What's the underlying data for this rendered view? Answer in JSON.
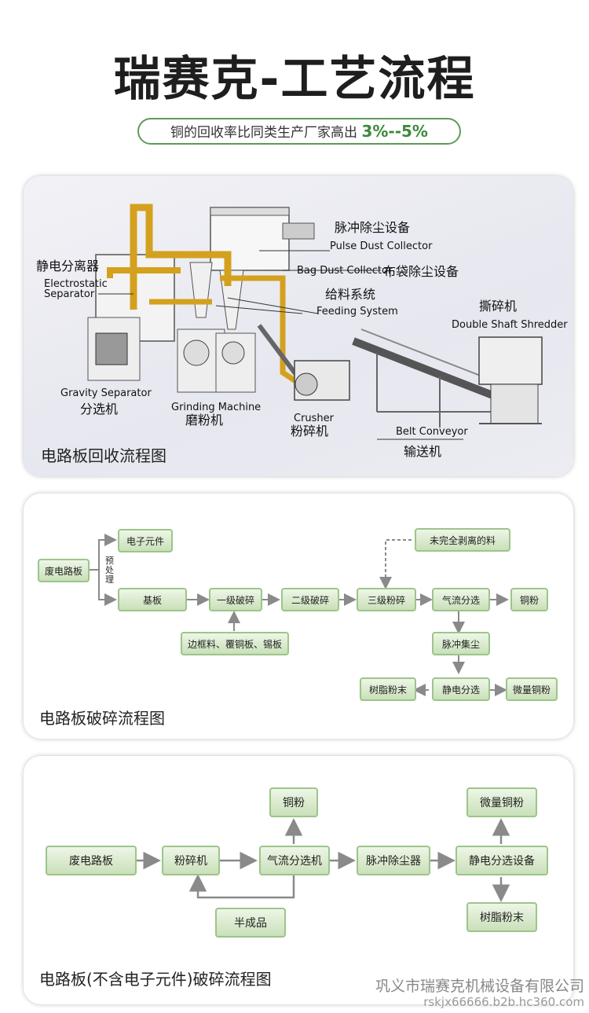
{
  "header": {
    "title": "瑞赛克-工艺流程",
    "subtitle_text": "铜的回收率比同类生产厂家高出",
    "subtitle_highlight": "3%--5%"
  },
  "illustration": {
    "caption": "电路板回收流程图",
    "labels": {
      "pulse_cn": "脉冲除尘设备",
      "pulse_en": "Pulse Dust Collector",
      "bag_en": "Bag Dust Collector",
      "bag_cn": "布袋除尘设备",
      "electro_cn": "静电分离器",
      "electro_en1": "Electrostatic",
      "electro_en2": "Separator",
      "feeding_cn": "给料系统",
      "feeding_en": "Feeding System",
      "shredder_cn": "撕碎机",
      "shredder_en": "Double Shaft Shredder",
      "gravity_en": "Gravity Separator",
      "gravity_cn": "分选机",
      "grinding_en": "Grinding Machine",
      "grinding_cn": "磨粉机",
      "crusher_en": "Crusher",
      "crusher_cn": "粉碎机",
      "belt_en": "Belt Conveyor",
      "belt_cn": "输送机"
    }
  },
  "flow1": {
    "caption": "电路板破碎流程图",
    "pretreat_label": "预处理",
    "nodes": {
      "waste_board": "废电路板",
      "components": "电子元件",
      "substrate": "基板",
      "primary": "一级破碎",
      "secondary": "二级破碎",
      "tertiary": "三级粉碎",
      "unstripped": "未完全剥离的料",
      "airflow": "气流分选",
      "copper_powder": "铜粉",
      "edge_scrap": "边框料、覆铜板、锡板",
      "pulse_dust": "脉冲集尘",
      "electrostatic": "静电分选",
      "resin": "树脂粉末",
      "micro_copper": "微量铜粉"
    }
  },
  "flow2": {
    "caption": "电路板(不含电子元件)破碎流程图",
    "nodes": {
      "waste_board": "废电路板",
      "crusher": "粉碎机",
      "airflow": "气流分选机",
      "pulse": "脉冲除尘器",
      "electrostatic": "静电分选设备",
      "copper_powder": "铜粉",
      "semi": "半成品",
      "micro_copper": "微量铜粉",
      "resin": "树脂粉末"
    }
  },
  "footer": {
    "company": "巩义市瑞赛克机械设备有限公司",
    "url": "rskjx66666.b2b.hc360.com"
  },
  "colors": {
    "accent_green": "#3b8a3a",
    "box_border": "#9cc58a",
    "pipe_yellow": "#d4a11e"
  }
}
